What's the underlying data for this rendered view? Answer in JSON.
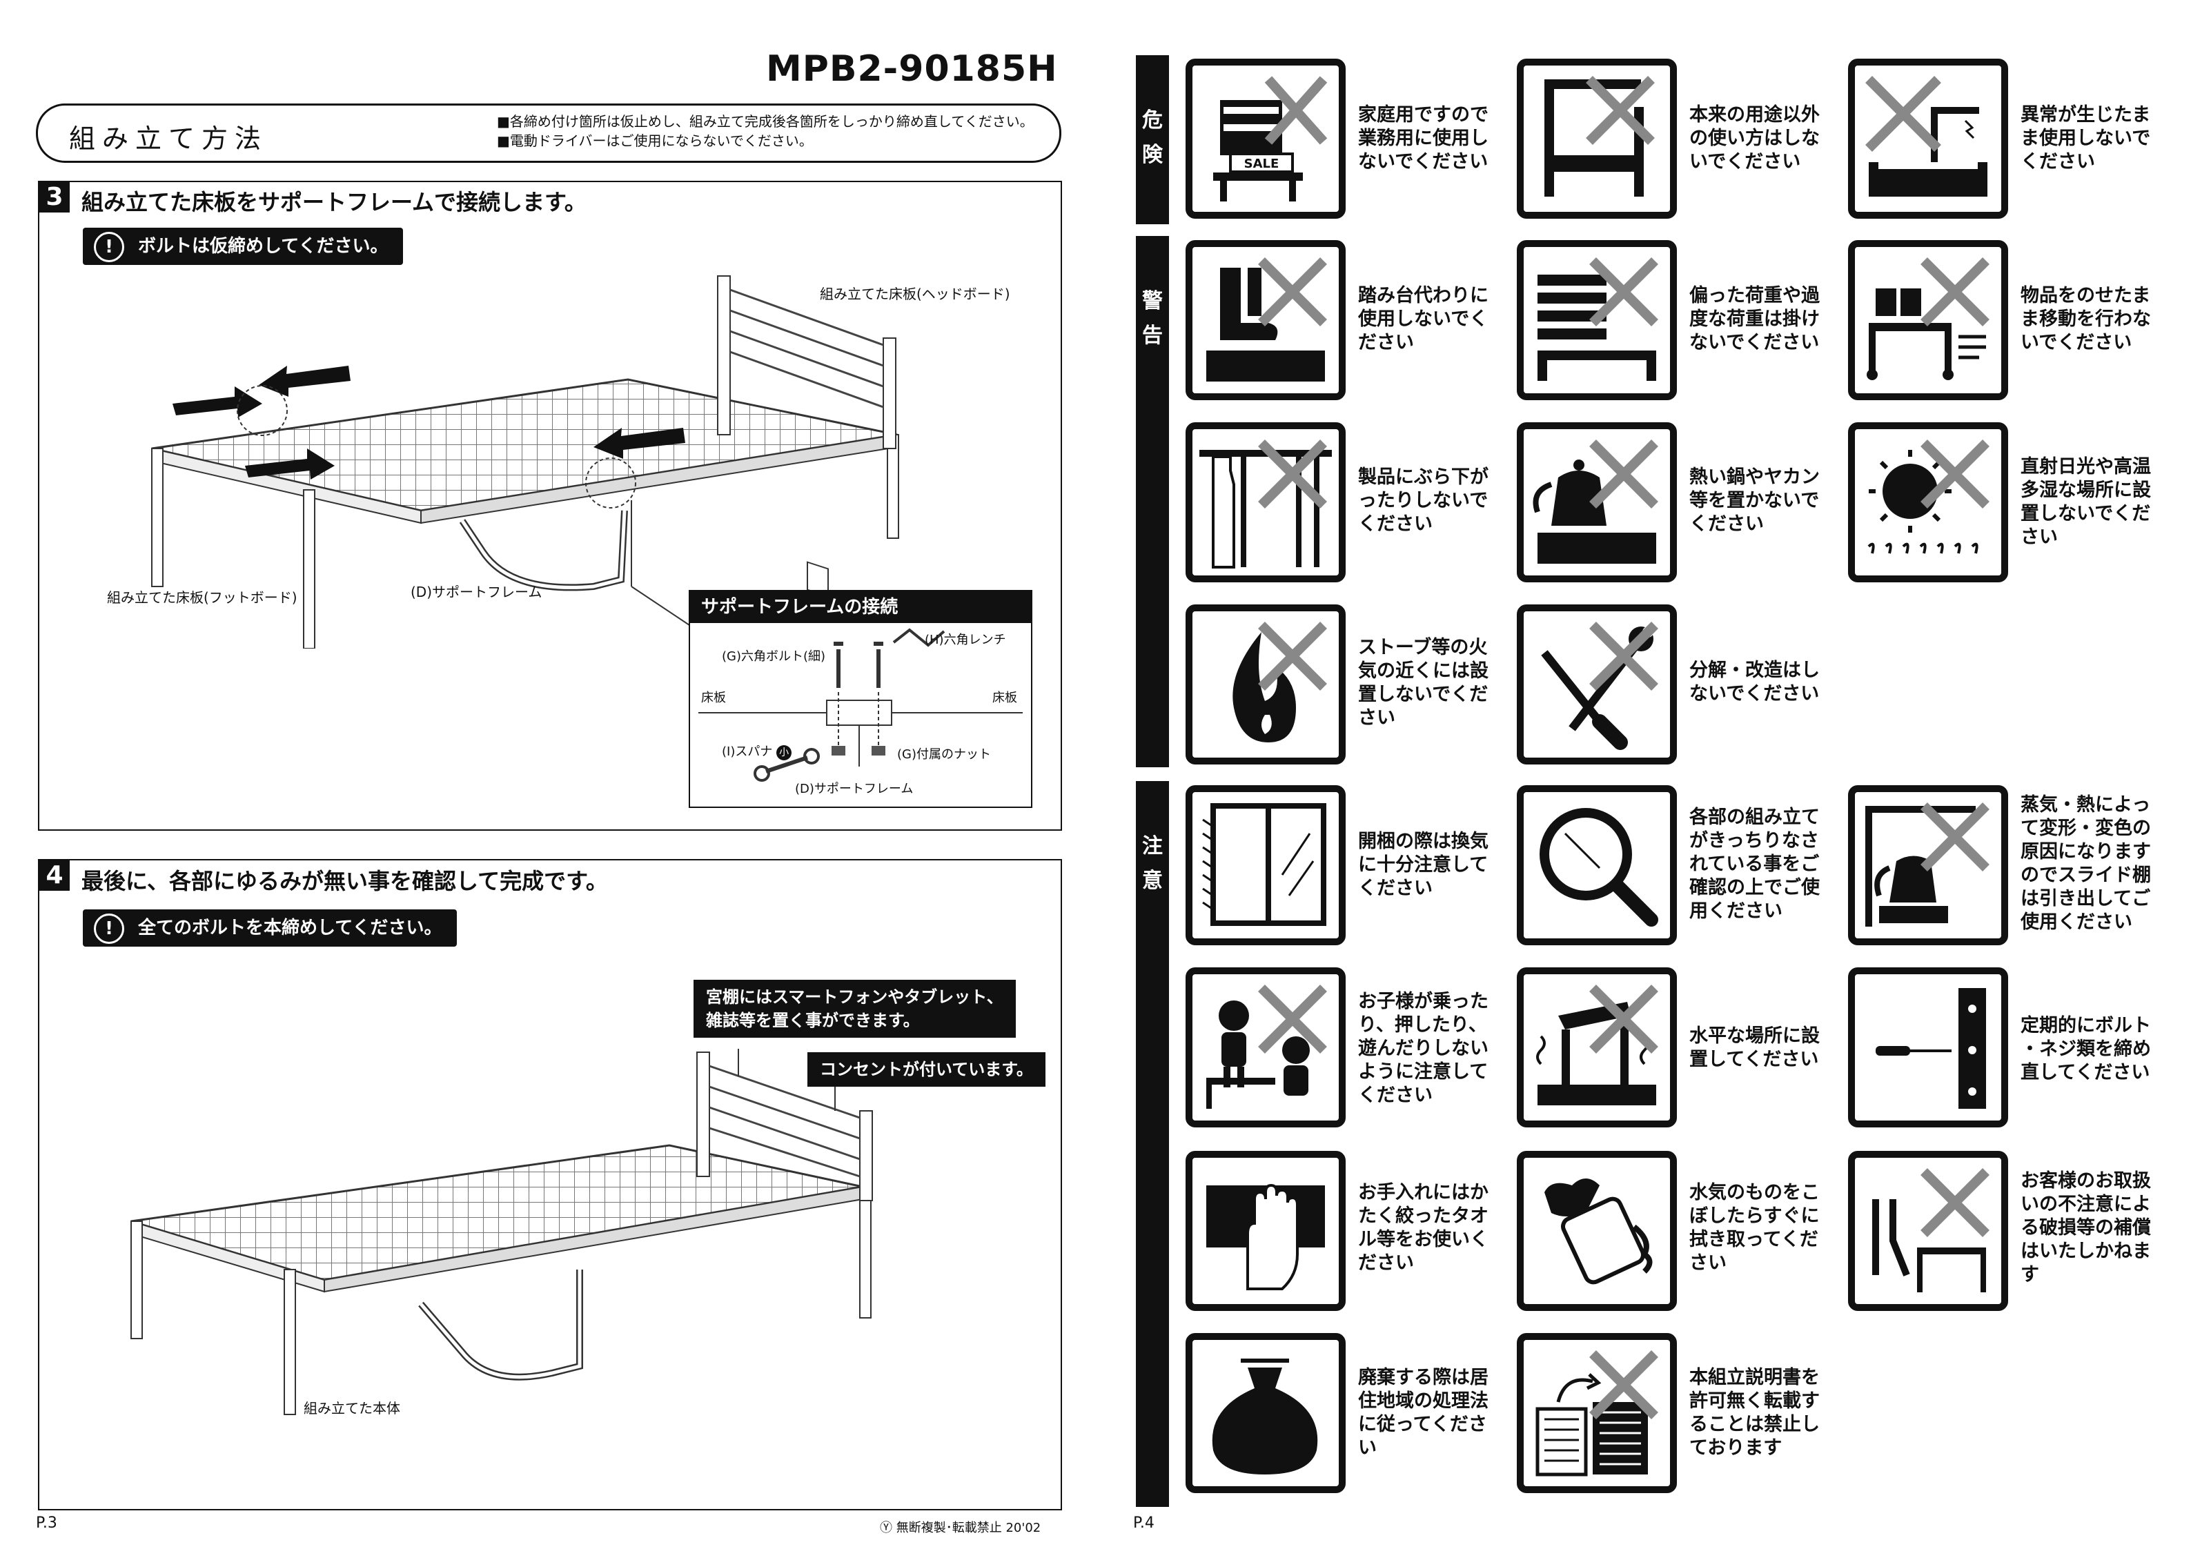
{
  "model_number": "MPB2-90185H",
  "header": {
    "title": "組み立て方法",
    "note1": "■各締め付け箇所は仮止めし、組み立て完成後各箇所をしっかり締め直してください。",
    "note2": "■電動ドライバーはご使用にならないでください。"
  },
  "step3": {
    "num": "3",
    "title": "組み立てた床板をサポートフレームで接続します。",
    "note": "ボルトは仮締めしてください。",
    "label_headboard": "組み立てた床板(ヘッドボード)",
    "label_footboard": "組み立てた床板(フットボード)",
    "label_support": "(D)サポートフレーム",
    "inset": {
      "title": "サポートフレームの接続",
      "bolt": "(G)六角ボルト(細)",
      "wrench": "(H)六角レンチ",
      "floor_left": "床板",
      "floor_right": "床板",
      "spanner": "(I)スパナ",
      "spanner_badge": "小",
      "nut": "(G)付属のナット",
      "support": "(D)サポートフレーム"
    }
  },
  "step4": {
    "num": "4",
    "title": "最後に、各部にゆるみが無い事を確認して完成です。",
    "note": "全てのボルトを本締めしてください。",
    "callout_shelf_1": "宮棚にはスマートフォンやタブレット、",
    "callout_shelf_2": "雑誌等を置く事ができます。",
    "callout_outlet": "コンセントが付いています。",
    "label_body": "組み立てた本体"
  },
  "footer": {
    "page_left": "P.3",
    "page_right": "P.4",
    "copyright_mark": "Ⓨ",
    "copyright": "無断複製･転載禁止",
    "date": "20'02"
  },
  "sections": {
    "danger": [
      "危",
      "険"
    ],
    "warning": [
      "警",
      "告"
    ],
    "caution": [
      "注",
      "意"
    ]
  },
  "icons": {
    "sale_label": "SALE",
    "d1": [
      "家庭用ですので",
      "業務用に使用し",
      "ないでください"
    ],
    "d2": [
      "本来の用途以外",
      "の使い方はしな",
      "いでください"
    ],
    "d3": [
      "異常が生じたま",
      "ま使用しないで",
      "ください"
    ],
    "w1": [
      "踏み台代わりに",
      "使用しないでく",
      "ださい"
    ],
    "w2": [
      "偏った荷重や過",
      "度な荷重は掛け",
      "ないでください"
    ],
    "w3": [
      "物品をのせたま",
      "ま移動を行わな",
      "いでください"
    ],
    "w4": [
      "製品にぶら下が",
      "ったりしないで",
      "ください"
    ],
    "w5": [
      "熱い鍋やヤカン",
      "等を置かないで",
      "ください"
    ],
    "w6": [
      "直射日光や高温",
      "多湿な場所に設",
      "置しないでくだ",
      "さい"
    ],
    "w7": [
      "ストーブ等の火",
      "気の近くには設",
      "置しないでくだ",
      "さい"
    ],
    "w8": [
      "分解・改造はし",
      "ないでください"
    ],
    "c1": [
      "開梱の際は換気",
      "に十分注意して",
      "ください"
    ],
    "c2": [
      "各部の組み立て",
      "がきっちりなさ",
      "れている事をご",
      "確認の上でご使",
      "用ください"
    ],
    "c3": [
      "蒸気・熱によっ",
      "て変形・変色の",
      "原因になります",
      "のでスライド棚",
      "は引き出してご",
      "使用ください"
    ],
    "c4": [
      "お子様が乗った",
      "り、押したり、",
      "遊んだりしない",
      "ように注意して",
      "ください"
    ],
    "c5": [
      "水平な場所に設",
      "置してください"
    ],
    "c6": [
      "定期的にボルト",
      "・ネジ類を締め",
      "直してください"
    ],
    "c7": [
      "お手入れにはか",
      "たく絞ったタオ",
      "ル等をお使いく",
      "ださい"
    ],
    "c8": [
      "水気のものをこ",
      "ぼしたらすぐに",
      "拭き取ってくだ",
      "さい"
    ],
    "c9": [
      "お客様のお取扱",
      "いの不注意によ",
      "る破損等の補償",
      "はいたしかねま",
      "す"
    ],
    "c10": [
      "廃棄する際は居",
      "住地域の処理法",
      "に従ってくださ",
      "い"
    ],
    "c11": [
      "本組立説明書を",
      "許可無く転載す",
      "ることは禁止し",
      "ております"
    ]
  }
}
